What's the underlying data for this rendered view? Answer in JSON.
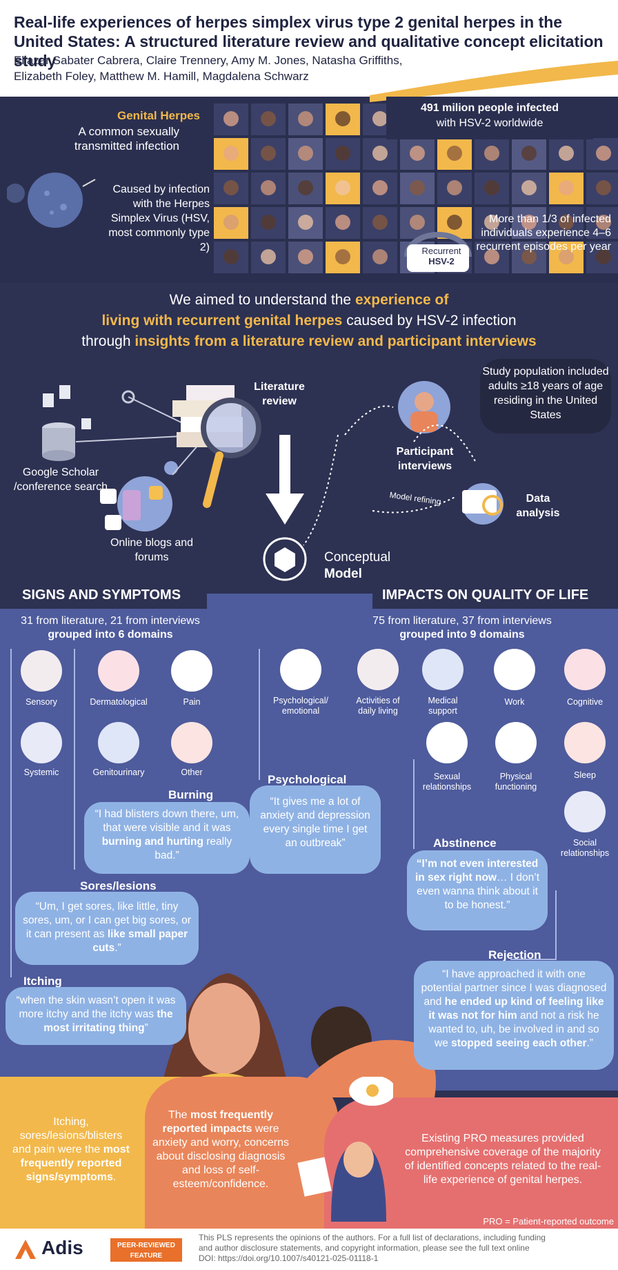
{
  "header": {
    "title": "Real-life experiences of herpes simplex virus type 2 genital herpes in the United States: A structured literature review and qualitative concept elicitation study",
    "authors_line1": "Eliazar Sabater Cabrera, Claire Trennery, Amy M. Jones, Natasha Griffiths,",
    "authors_line2": "Elizabeth Foley, Matthew M. Hamill, Magdalena Schwarz"
  },
  "intro": {
    "gh_title": "Genital Herpes",
    "gh_sub": "A common sexually transmitted infection",
    "caused": "Caused by infection with the Herpes Simplex Virus (HSV, most commonly type 2)",
    "infected_bold": "491 milion people infected",
    "infected_rest": "with HSV-2 worldwide",
    "more_third": "More than 1/3 of infected individuals experience 4–6 recurrent episodes per year",
    "recurrent_label1": "Recurrent",
    "recurrent_label2": "HSV-2"
  },
  "aim": {
    "p1": "We aimed to understand the ",
    "h1": "experience of",
    "h2": "living with recurrent genital herpes",
    "p2": " caused by HSV-2 infection",
    "p3": "through ",
    "h3": "insights from a literature review and participant interviews"
  },
  "methods": {
    "lit_review": "Literature review",
    "google": "Google Scholar /conference search",
    "blogs": "Online blogs and forums",
    "interviews": "Participant interviews",
    "analysis": "Data analysis",
    "refining": "Model refining",
    "conceptual": "Conceptual",
    "model": "Model",
    "study_pop": "Study population included adults ≥18 years of age residing in the United States"
  },
  "signs": {
    "title": "SIGNS AND SYMPTOMS",
    "counts": "31 from literature, 21 from interviews",
    "domains": "grouped into 6 domains",
    "items": [
      {
        "label": "Sensory",
        "color": "#f3ecef"
      },
      {
        "label": "Dermatological",
        "color": "#fbe1e6"
      },
      {
        "label": "Pain",
        "color": "#ffffff"
      },
      {
        "label": "Systemic",
        "color": "#e8eaf8"
      },
      {
        "label": "Genitourinary",
        "color": "#dfe6f7"
      },
      {
        "label": "Other",
        "color": "#fbe4e2"
      }
    ]
  },
  "impacts": {
    "title": "IMPACTS ON QUALITY OF LIFE",
    "counts": "75 from literature, 37 from interviews",
    "domains": "grouped into 9 domains",
    "items": [
      {
        "label": "Psychological/ emotional"
      },
      {
        "label": "Activities of daily living"
      },
      {
        "label": "Medical support"
      },
      {
        "label": "Work"
      },
      {
        "label": "Cognitive"
      },
      {
        "label": "Sexual relationships"
      },
      {
        "label": "Physical functioning"
      },
      {
        "label": "Sleep"
      },
      {
        "label": "Social relationships"
      }
    ]
  },
  "quotes": {
    "burning_title": "Burning",
    "burning_a": "“I had blisters down there, um, that were visible and it was ",
    "burning_b": "burning and hurting",
    "burning_c": " really bad.”",
    "sores_title": "Sores/lesions",
    "sores_a": "“Um, I get sores, like little, tiny sores, um, or I can get big sores, or it can present as ",
    "sores_b": "like small paper cuts",
    "sores_c": ".”",
    "itch_title": "Itching",
    "itch_a": "“when the skin wasn’t open it was more itchy and the itchy was ",
    "itch_b": "the most irritating thing",
    "itch_c": "”",
    "psy_title": "Psychological",
    "psy": "“It gives me a lot of anxiety and depression every single time I get an outbreak”",
    "abst_title": "Abstinence",
    "abst_a": "“I’m not even interested in sex right now",
    "abst_b": "… I don’t even wanna think about it to be honest.”",
    "rej_title": "Rejection",
    "rej_a": "“I have approached it with one potential partner since I was diagnosed and ",
    "rej_b": "he ended up kind of feeling like it was not for him",
    "rej_c": " and not a risk he wanted to, uh, be involved in and so we ",
    "rej_d": "stopped seeing each other",
    "rej_e": ".”"
  },
  "findings": {
    "y_a": "Itching, sores/lesions/blisters and pain were the ",
    "y_b": "most frequently reported signs/symptoms",
    "y_c": ".",
    "o_a": "The ",
    "o_b": "most frequently reported impacts",
    "o_c": " were anxiety and worry, concerns about disclosing diagnosis and loss of self-esteem/confidence.",
    "p": "Existing PRO measures provided comprehensive coverage of the majority of identified concepts related to the real-life experience of genital herpes.",
    "pro": "PRO = Patient-reported outcome"
  },
  "footer": {
    "brand": "Adis",
    "peer1": "PEER-REVIEWED",
    "peer2": "FEATURE",
    "disc1": "This PLS represents the opinions of the authors. For a full list of declarations, including funding",
    "disc2": "and author disclosure statements, and copyright information, please see the full text online",
    "doi": "DOI: https://doi.org/10.1007/s40121-025-01118-1"
  },
  "colors": {
    "navy": "#2d3152",
    "yellow": "#f2b84b",
    "orange": "#e9855a",
    "coral": "#e56f6f",
    "blue": "#4e5b9c"
  }
}
